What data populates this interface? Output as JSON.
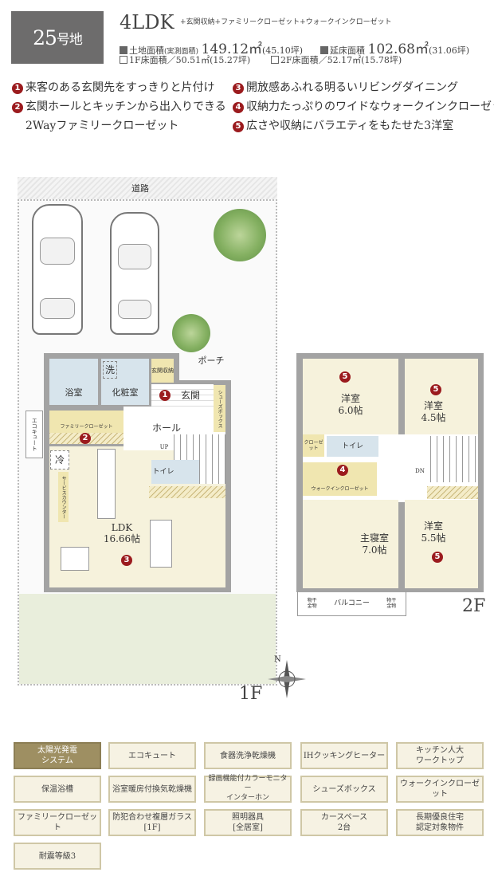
{
  "header": {
    "lot_number": "25",
    "lot_suffix": "号地",
    "layout": "4LDK",
    "layout_extras": "+玄関収納+ファミリークローゼット+ウォークインクローゼット",
    "land_area_label": "土地面積",
    "land_area_note": "(実測面積)",
    "land_area": "149.12㎡",
    "land_area_tsubo": "(45.10坪)",
    "floor_area_label": "延床面積",
    "floor_area": "102.68㎡",
    "floor_area_tsubo": "(31.06坪)",
    "f1_area": "1F床面積／50.51㎡(15.27坪)",
    "f2_area": "2F床面積／52.17㎡(15.78坪)"
  },
  "features": [
    {
      "n": "1",
      "text": "来客のある玄関先をすっきりと片付け"
    },
    {
      "n": "2",
      "text": "玄関ホールとキッチンから出入りできる",
      "text2": "2Wayファミリークローゼット"
    },
    {
      "n": "3",
      "text": "開放感あふれる明るいリビングダイニング"
    },
    {
      "n": "4",
      "text": "収納力たっぷりのワイドなウォークインクローゼット"
    },
    {
      "n": "5",
      "text": "広さや収納にバラエティをもたせた3洋室"
    }
  ],
  "floor1": {
    "label": "1F",
    "road": "道路",
    "porch": "ポーチ",
    "bath": "浴室",
    "wash": "洗",
    "powder": "化粧室",
    "entry_storage": "玄関収納",
    "entry": "玄関",
    "shoebox": "シューズボックス",
    "hall": "ホール",
    "family_closet": "ファミリークローゼット",
    "fridge": "冷",
    "service_counter": "サービスカウンター",
    "up": "UP",
    "toilet": "トイレ",
    "ldk": "LDK",
    "ldk_size": "16.66帖",
    "ecocute": "エコキュート"
  },
  "floor2": {
    "label": "2F",
    "room1": "洋室",
    "room1_size": "6.0帖",
    "room2": "洋室",
    "room2_size": "4.5帖",
    "closet": "クローゼット",
    "toilet": "トイレ",
    "wic": "ウォークインクローゼット",
    "dn": "DN",
    "master": "主寝室",
    "master_size": "7.0帖",
    "room3": "洋室",
    "room3_size": "5.5帖",
    "balcony": "バルコニー",
    "hanger": "物干金物"
  },
  "compass": "N",
  "equipment": [
    {
      "label": "太陽光発電\nシステム",
      "highlight": true
    },
    {
      "label": "エコキュート"
    },
    {
      "label": "食器洗浄乾燥機"
    },
    {
      "label": "IHクッキングヒーター"
    },
    {
      "label": "キッチン人大\nワークトップ"
    },
    {
      "label": "保温浴槽"
    },
    {
      "label": "浴室暖房付換気乾燥機"
    },
    {
      "label": "録画機能付カラーモニター\nインターホン"
    },
    {
      "label": "シューズボックス"
    },
    {
      "label": "ウォークインクローゼット"
    },
    {
      "label": "ファミリークローゼット"
    },
    {
      "label": "防犯合わせ複層ガラス\n[1F]"
    },
    {
      "label": "照明器具\n[全居室]"
    },
    {
      "label": "カースペース\n2台"
    },
    {
      "label": "長期優良住宅\n認定対象物件"
    },
    {
      "label": "耐震等級3"
    }
  ],
  "colors": {
    "badge": "#9b1b1e",
    "header_box": "#6d6c6c",
    "highlight": "#9e8f62"
  }
}
